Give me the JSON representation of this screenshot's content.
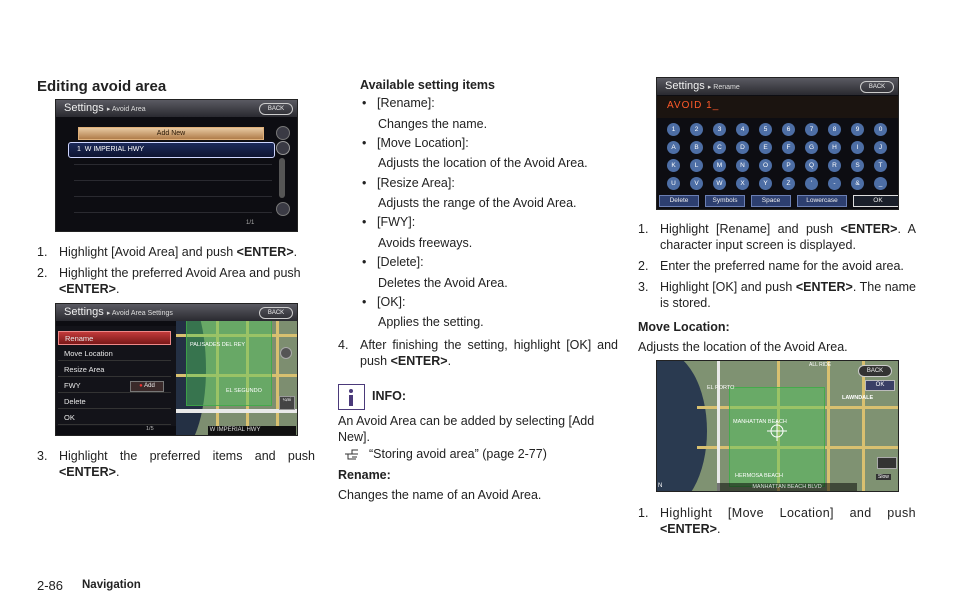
{
  "left": {
    "section_title": "Editing avoid area",
    "step1_num": "1.",
    "step1_text": "Highlight [Avoid Area] and push ",
    "step1_key": "<ENTER>",
    "step1_end": ".",
    "step2_num": "2.",
    "step2_text": "Highlight the preferred Avoid Area and push",
    "step2_key": "<ENTER>",
    "step2_end": ".",
    "step3_num": "3.",
    "step3_text": "Highlight the preferred items and push",
    "step3_key": "<ENTER>",
    "step3_end": "."
  },
  "screen1": {
    "title": "Settings",
    "subtitle": "▸ Avoid Area",
    "back": "BACK",
    "add_new": "Add New",
    "item_num": "1",
    "item_label": "W IMPERIAL HWY",
    "page": "1/1"
  },
  "screen2": {
    "title": "Settings",
    "subtitle": "▸ Avoid Area Settings",
    "back": "BACK",
    "menu": [
      "Rename",
      "Move Location",
      "Resize Area",
      "FWY",
      "Delete",
      "OK"
    ],
    "fwy_toggle": "Add",
    "page": "1/5",
    "map_label_1": "PALISADES DEL REY",
    "map_label_2": "EL SEGUNDO",
    "map_street": "W IMPERIAL HWY",
    "zoom_label": "¼mi"
  },
  "middle": {
    "available_title": "Available setting items",
    "items": [
      {
        "label": "[Rename]:",
        "desc": "Changes the name."
      },
      {
        "label": "[Move Location]:",
        "desc": "Adjusts the location of the Avoid Area."
      },
      {
        "label": "[Resize Area]:",
        "desc": "Adjusts the range of the Avoid Area."
      },
      {
        "label": "[FWY]:",
        "desc": "Avoids freeways."
      },
      {
        "label": "[Delete]:",
        "desc": "Deletes the Avoid Area."
      },
      {
        "label": "[OK]:",
        "desc": "Applies the setting."
      }
    ],
    "step4_num": "4.",
    "step4_text": "After finishing the setting, highlight [OK] and push ",
    "step4_key": "<ENTER>",
    "step4_end": ".",
    "info_title": "INFO:",
    "info_text": "An Avoid Area can be added by selecting [Add New].",
    "info_ref": "“Storing avoid area” (page 2-77)",
    "rename_title": "Rename:",
    "rename_text": "Changes the name of an Avoid Area."
  },
  "screen3": {
    "title": "Settings",
    "subtitle": "▸ Rename",
    "back": "BACK",
    "input_value": "AVOID 1_",
    "row1": [
      "1",
      "2",
      "3",
      "4",
      "5",
      "6",
      "7",
      "8",
      "9",
      "0"
    ],
    "row2": [
      "A",
      "B",
      "C",
      "D",
      "E",
      "F",
      "G",
      "H",
      "I",
      "J"
    ],
    "row3": [
      "K",
      "L",
      "M",
      "N",
      "O",
      "P",
      "Q",
      "R",
      "S",
      "T"
    ],
    "row4": [
      "U",
      "V",
      "W",
      "X",
      "Y",
      "Z",
      "'",
      "-",
      "&",
      "_"
    ],
    "softkeys": [
      "Delete",
      "Symbols",
      "Space",
      "Lowercase",
      "OK"
    ]
  },
  "right": {
    "step1_num": "1.",
    "step1_text": "Highlight [Rename] and push ",
    "step1_key": "<ENTER>",
    "step1_end": ". A character input screen is displayed.",
    "step2_num": "2.",
    "step2_text": "Enter the preferred name for the avoid area.",
    "step3_num": "3.",
    "step3_text": "Highlight [OK] and push ",
    "step3_key": "<ENTER>",
    "step3_end": ". The name is stored.",
    "move_title": "Move Location:",
    "move_text": "Adjusts the location of the Avoid Area.",
    "move_step1_num": "1.",
    "move_step1_text": "Highlight [Move Location] and push",
    "move_step1_key": "<ENTER>",
    "move_step1_end": "."
  },
  "screen4": {
    "back": "BACK",
    "ok": "OK",
    "label_1": "EL PORTO",
    "label_2": "LAWNDALE",
    "label_3": "MANHATTAN BEACH",
    "label_4": "HERMOSA BEACH",
    "label_5": "ALL RIDE",
    "street": "MANHATTAN BEACH BLVD",
    "slow": "Slow",
    "compass": "N"
  },
  "footer": {
    "page_number": "2-86",
    "section": "Navigation"
  }
}
